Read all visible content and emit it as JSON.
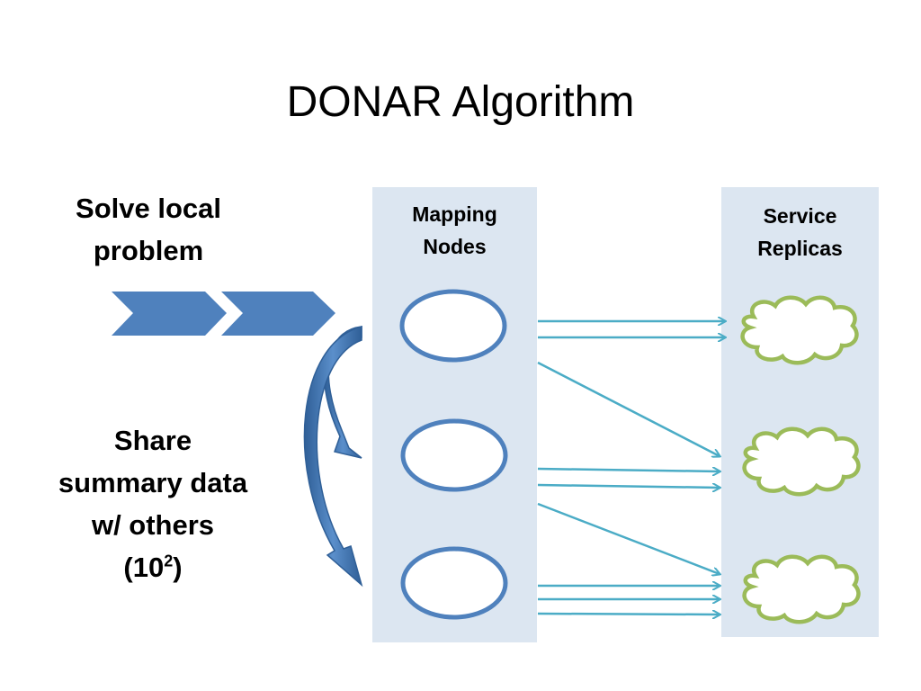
{
  "slide": {
    "title": "DONAR Algorithm"
  },
  "left": {
    "solve_text_line1": "Solve local",
    "solve_text_line2": "problem",
    "share_line1": "Share",
    "share_line2": "summary data",
    "share_line3": "w/ others",
    "share_line4_base": "(10",
    "share_line4_sup": "2",
    "share_line4_end": ")"
  },
  "panels": {
    "mapping_label_line1": "Mapping",
    "mapping_label_line2": "Nodes",
    "replicas_label_line1": "Service",
    "replicas_label_line2": "Replicas"
  },
  "colors": {
    "panel_bg": "#dce6f1",
    "node_stroke": "#4f81bd",
    "chevron_fill": "#4f81bd",
    "cloud_stroke": "#9bbb59",
    "arrow_line": "#4bacc6",
    "curved_arrow": "#4f81bd"
  }
}
